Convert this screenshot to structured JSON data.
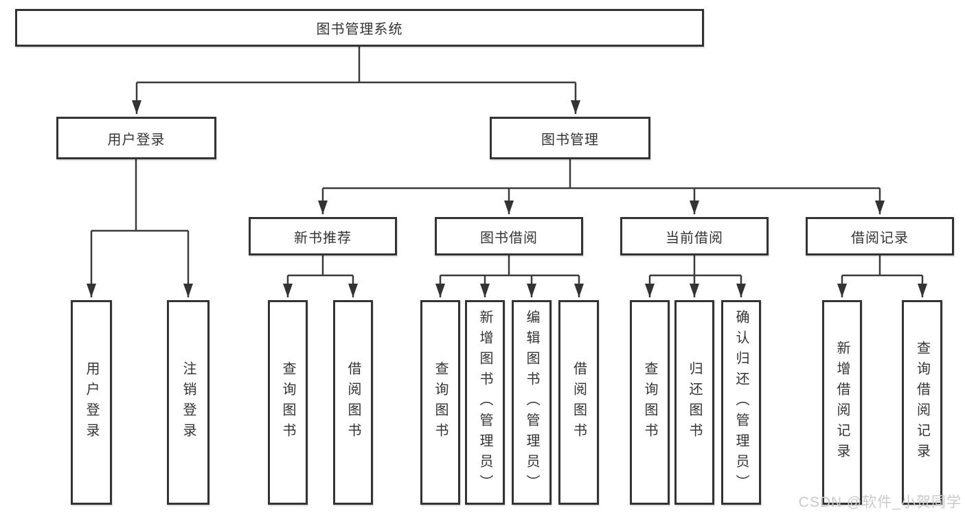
{
  "tree": {
    "root": "图书管理系统",
    "children": [
      {
        "label": "用户登录",
        "children": [
          "用户登录",
          "注销登录"
        ]
      },
      {
        "label": "图书管理",
        "children": [
          {
            "label": "新书推荐",
            "children": [
              "查询图书",
              "借阅图书"
            ]
          },
          {
            "label": "图书借阅",
            "children": [
              "查询图书",
              "新增图书（管理员）",
              "编辑图书（管理员）",
              "借阅图书"
            ]
          },
          {
            "label": "当前借阅",
            "children": [
              "查询图书",
              "归还图书",
              "确认归还（管理员）"
            ]
          },
          {
            "label": "借阅记录",
            "children": [
              "新增借阅记录",
              "查询借阅记录"
            ]
          }
        ]
      }
    ]
  },
  "watermark": {
    "text": "CSDN @软件_小贺同学"
  },
  "colors": {
    "line": "#3a3a3a",
    "border": "#333333",
    "text": "#333333",
    "watermark": "#c9c9c9",
    "background": "#ffffff"
  }
}
